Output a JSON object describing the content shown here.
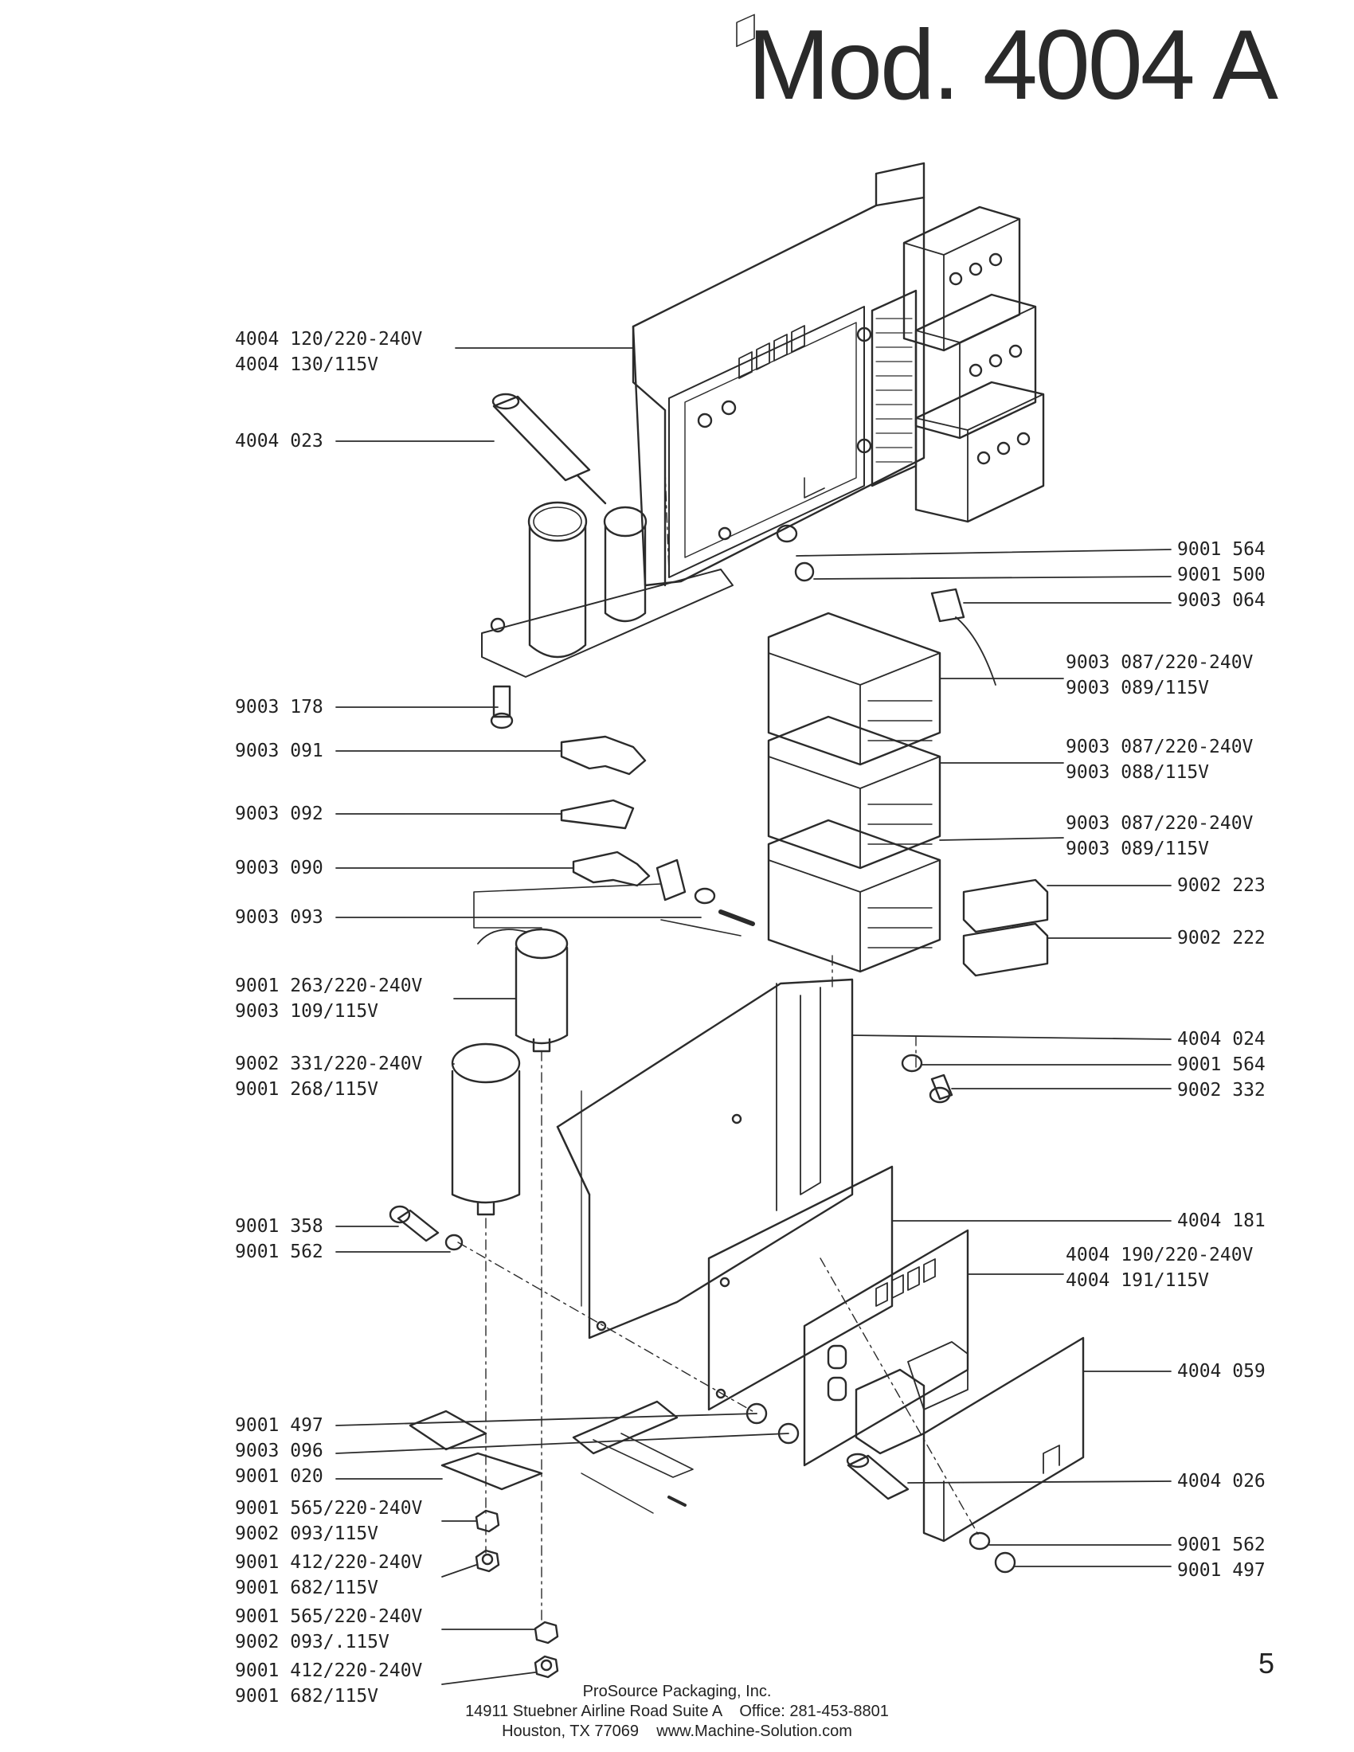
{
  "title": "Mod. 4004 A",
  "page_number": "5",
  "footer": {
    "company": "ProSource Packaging, Inc.",
    "address_line": "14911 Stuebner Airline Road Suite A    Office: 281-453-8801",
    "city_line": "Houston, TX 77069    www.Machine-Solution.com"
  },
  "parts_left": [
    {
      "id": "p1",
      "lines": [
        "4004 120/220-240V",
        "4004 130/115V"
      ]
    },
    {
      "id": "p2",
      "lines": [
        "4004 023"
      ]
    },
    {
      "id": "p3",
      "lines": [
        "9003 178"
      ]
    },
    {
      "id": "p4",
      "lines": [
        "9003 091"
      ]
    },
    {
      "id": "p5",
      "lines": [
        "9003 092"
      ]
    },
    {
      "id": "p6",
      "lines": [
        "9003 090"
      ]
    },
    {
      "id": "p7",
      "lines": [
        "9003 093"
      ]
    },
    {
      "id": "p8",
      "lines": [
        "9001 263/220-240V",
        "9003 109/115V"
      ]
    },
    {
      "id": "p9",
      "lines": [
        "9002 331/220-240V",
        "9001 268/115V"
      ]
    },
    {
      "id": "p10",
      "lines": [
        "9001 358",
        "9001 562"
      ]
    },
    {
      "id": "p11",
      "lines": [
        "9001 497",
        "9003 096",
        "9001 020"
      ]
    },
    {
      "id": "p12",
      "lines": [
        "9001 565/220-240V",
        "9002 093/115V"
      ]
    },
    {
      "id": "p13",
      "lines": [
        "9001 412/220-240V",
        "9001 682/115V"
      ]
    },
    {
      "id": "p14",
      "lines": [
        "9001 565/220-240V",
        "9002 093/.115V"
      ]
    },
    {
      "id": "p15",
      "lines": [
        "9001 412/220-240V",
        "9001 682/115V"
      ]
    }
  ],
  "parts_right": [
    {
      "id": "q1",
      "lines": [
        "9001 564",
        "9001 500",
        "9003 064"
      ]
    },
    {
      "id": "q2",
      "lines": [
        "9003 087/220-240V",
        "9003 089/115V"
      ]
    },
    {
      "id": "q3",
      "lines": [
        "9003 087/220-240V",
        "9003 088/115V"
      ]
    },
    {
      "id": "q4",
      "lines": [
        "9003 087/220-240V",
        "9003 089/115V"
      ]
    },
    {
      "id": "q5",
      "lines": [
        "9002 223"
      ]
    },
    {
      "id": "q6",
      "lines": [
        "9002 222"
      ]
    },
    {
      "id": "q7",
      "lines": [
        "4004 024",
        "9001 564",
        "9002 332"
      ]
    },
    {
      "id": "q8",
      "lines": [
        "4004 181"
      ]
    },
    {
      "id": "q9",
      "lines": [
        "4004 190/220-240V",
        "4004 191/115V"
      ]
    },
    {
      "id": "q10",
      "lines": [
        "4004 059"
      ]
    },
    {
      "id": "q11",
      "lines": [
        "4004 026"
      ]
    },
    {
      "id": "q12",
      "lines": [
        "9001 562",
        "9001 497"
      ]
    }
  ]
}
